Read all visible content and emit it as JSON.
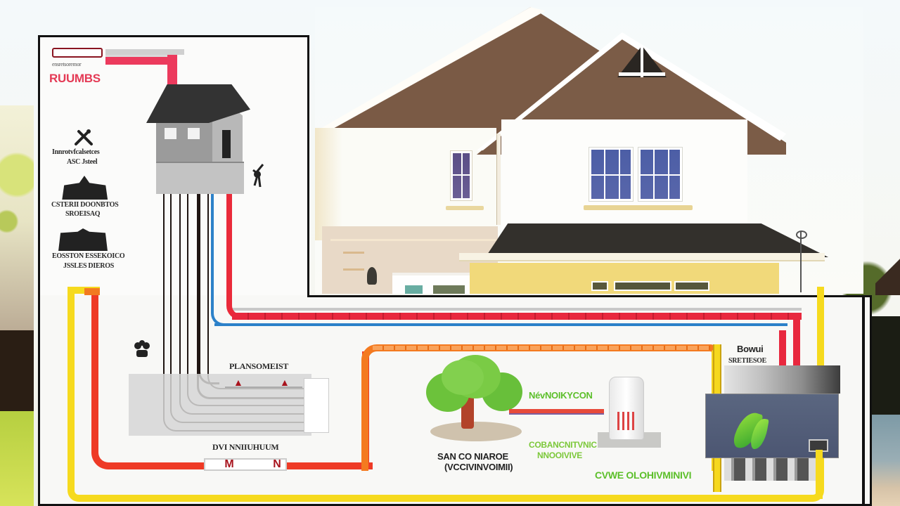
{
  "diagram": {
    "title": "RUUMBS",
    "subtitle_top": "ensretsoremor",
    "legend": [
      {
        "icon": "tools-icon",
        "line1": "Innrotvfcalsetces",
        "line2": "ASC Jsteel"
      },
      {
        "icon": "factory-icon",
        "line1": "CSTERII DOONBTOS",
        "line2": "SROEISAQ"
      },
      {
        "icon": "factory-icon",
        "line1": "EOSSTON ESSEKOICO",
        "line2": "JSSLES DIEROS"
      }
    ],
    "labels": {
      "manifold": "PLANSOMEIST",
      "bottom_valve": "DVI NNIIUHUUM",
      "tree_caption_1": "SAN CO NIAROE",
      "tree_caption_2": "(VCCIVINVOIMII)",
      "green_label_1": "NévNOIKYCON",
      "green_label_2": "COBANCNITVNIC",
      "green_label_3": "NNOOIVIVE",
      "bottom_green": "CVWE OLOHIVMINIVI",
      "control_label_1": "Bowui",
      "control_label_2": "SRETIESOE"
    },
    "colors": {
      "hot_pipe": "#e8283e",
      "cold_pipe": "#2c81c9",
      "return_pipe": "#f47a20",
      "ground_loop": "#f6da1e",
      "frame": "#111111",
      "label_accent": "#e43a55",
      "green_label": "#5cbf2a"
    }
  },
  "photo": {
    "subject": "two-story suburban house"
  }
}
